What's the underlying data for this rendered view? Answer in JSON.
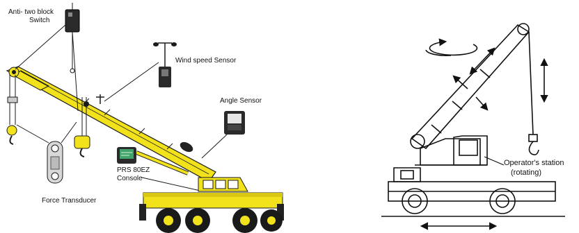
{
  "left_diagram": {
    "labels": {
      "anti_two_block_line1": "Anti- two block",
      "anti_two_block_line2": "Switch",
      "wind_speed": "Wind speed Sensor",
      "angle_sensor": "Angle Sensor",
      "prs_console_line1": "PRS 80EZ",
      "prs_console_line2": "Console",
      "force_transducer": "Force Transducer"
    },
    "colors": {
      "crane_body": "#f2e21c",
      "outline": "#1a1a1a",
      "sensor_body": "#2a2a2a",
      "screen_green": "#3fa36a"
    }
  },
  "right_diagram": {
    "labels": {
      "operator_line1": "Operator's station",
      "operator_line2": "(rotating)"
    }
  }
}
